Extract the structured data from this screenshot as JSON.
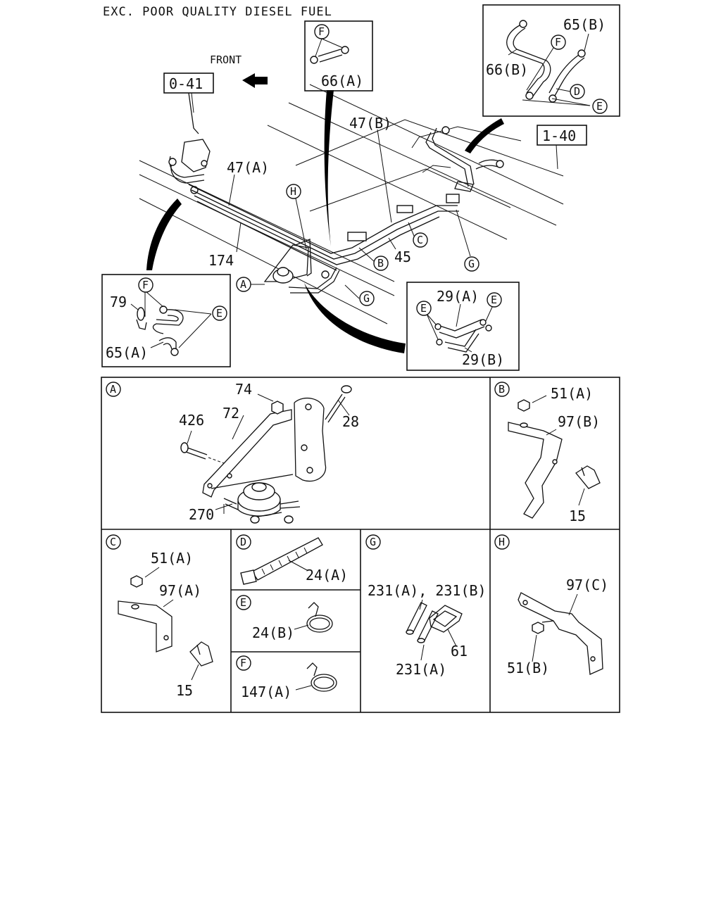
{
  "header": {
    "title": "EXC. POOR QUALITY DIESEL FUEL",
    "front_label": "FRONT"
  },
  "refs": {
    "ref_0_41": "0-41",
    "ref_1_40": "1-40"
  },
  "overview": {
    "p47a": "47(A)",
    "p47b": "47(B)",
    "p174": "174",
    "p45": "45",
    "markH": "H",
    "markA": "A",
    "markB": "B",
    "markC": "C",
    "markG1": "G",
    "markG2": "G"
  },
  "detail_66a": {
    "mark": "F",
    "part": "66(A)"
  },
  "detail_65b": {
    "p65b": "65(B)",
    "p66b": "66(B)",
    "markF": "F",
    "markD": "D",
    "markE": "E"
  },
  "detail_79": {
    "p79": "79",
    "p65a": "65(A)",
    "markF": "F",
    "markE": "E"
  },
  "detail_29": {
    "p29a": "29(A)",
    "p29b": "29(B)",
    "markE1": "E",
    "markE2": "E"
  },
  "panels": {
    "A": {
      "mark": "A",
      "p74": "74",
      "p28": "28",
      "p72": "72",
      "p426": "426",
      "p270": "270"
    },
    "B": {
      "mark": "B",
      "p51a": "51(A)",
      "p97b": "97(B)",
      "p15": "15"
    },
    "C": {
      "mark": "C",
      "p51a": "51(A)",
      "p97a": "97(A)",
      "p15": "15"
    },
    "D": {
      "mark": "D",
      "p24a": "24(A)"
    },
    "E": {
      "mark": "E",
      "p24b": "24(B)"
    },
    "F": {
      "mark": "F",
      "p147a": "147(A)"
    },
    "G": {
      "mark": "G",
      "p231ab": "231(A), 231(B)",
      "p61": "61",
      "p231a": "231(A)"
    },
    "H": {
      "mark": "H",
      "p97c": "97(C)",
      "p51b": "51(B)"
    }
  }
}
